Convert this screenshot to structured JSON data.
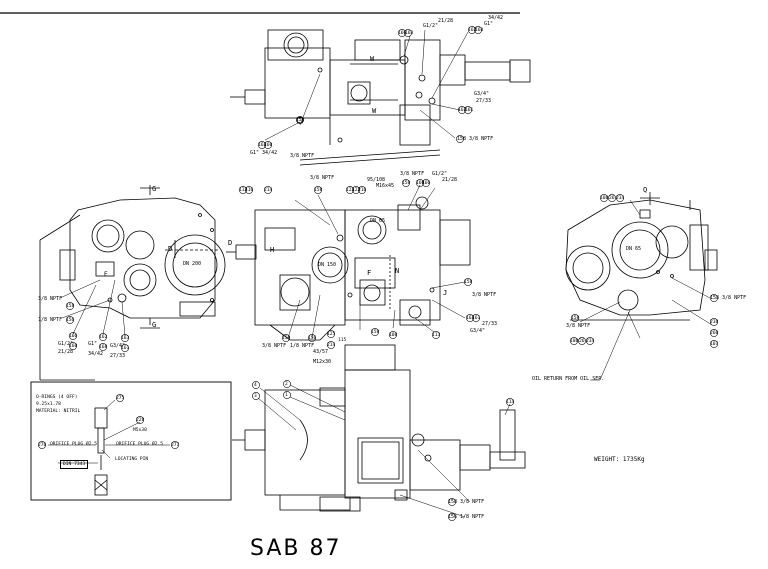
{
  "title": "SAB 87",
  "weight": "WEIGHT: 1735Kg",
  "oil_return": "OIL RETURN FROM OIL SEP.",
  "inset": {
    "oring_lines": [
      "O-RINGS (4 OFF)",
      "9.25x1.78",
      "MATERIAL: NITRIL"
    ],
    "orifice_left": "ORIFICE PLUG Ø2.5",
    "orifice_right": "ORIFICE PLUG Ø2.5",
    "locating_pin": "LOCATING PIN",
    "bubble_275": "275",
    "bubble_228": "228",
    "thread": "M5x30",
    "bubble_276": "276",
    "bubble_277": "277",
    "din": "DIN 7343"
  },
  "views": {
    "dn200": "DN 200",
    "dn150": "DN 150",
    "dn65_mid": "DN 65",
    "dn65_right": "DN 65",
    "letters": {
      "G_top": "G",
      "G_bottom": "G",
      "D_left": "D",
      "D_mid": "D",
      "H": "H",
      "E": "E",
      "F": "F",
      "J": "J",
      "N": "N",
      "W_top": "W",
      "W_bottom": "W",
      "Q": "Q"
    }
  },
  "callouts": {
    "top_g12": "G1/2\"",
    "top_21_28": "21/28",
    "top_g1": "G1\"",
    "top_34_42": "34/42",
    "top_g3_4": "G3/4\"",
    "top_27_33": "27/33",
    "top_158_38": "158 3/8 NPTF",
    "top_g1_34": "G1\" 34/42",
    "top_38": "3/8 NPTF",
    "b_163_top": "163",
    "b_166_top": "166",
    "b_162": "162",
    "b_168": "168",
    "b_162b": "162",
    "b_161": "161",
    "b_163_left": "163",
    "b_160_left": "160",
    "b_158_top": "158",
    "mid_38_top": "3/8 NPTF",
    "mid_95_108": "95/108",
    "mid_m16": "M16x45",
    "mid_38_b": "3/8 NPTF",
    "mid_g12": "G1/2\"",
    "mid_2128": "21/28",
    "b_112": "112",
    "b_116": "116",
    "b_214": "214",
    "b_158_mid": "158",
    "b_123": "123",
    "b_122": "122",
    "b_216": "216",
    "b_158_mid2": "158",
    "b_160": "160",
    "b_166": "166",
    "b_158_r": "158",
    "mid_38_r": "3/8 NPTF",
    "b_163_r": "163",
    "b_161_r": "161",
    "mid_2733": "27/33",
    "mid_g34": "G3/4\"",
    "mid_38_low": "3/8 NPTF",
    "mid_18_low": "1/8 NPTF",
    "mid_4357": "43/57",
    "mid_m12": "M12x30",
    "b_150": "150",
    "b_156": "156",
    "b_125": "125",
    "b_214b": "214",
    "b_115": "115",
    "b_158_c": "158",
    "b_108": "108",
    "b_113": "113",
    "left_38": "3/8 NPTF",
    "left_18": "1/8 NPTF",
    "b_158_l": "158",
    "b_156_l": "156",
    "b_166_l": "166",
    "b_160_l": "160",
    "b_162_l": "162",
    "b_163_l": "163",
    "b_161_l": "161",
    "left_g12": "G1/2\"",
    "left_2128": "21/28",
    "left_g1": "G1\"",
    "left_3442": "34/42",
    "left_g34": "G3/4\"",
    "left_2733": "27/33",
    "right_108": "108",
    "right_26": "26",
    "right_234": "234",
    "right_158_38": "158 3/8 NPTF",
    "right_158": "158",
    "right_38": "3/8 NPTF",
    "right_108b": "108",
    "right_26b": "26",
    "right_234b": "234",
    "right_238": "238",
    "right_260": "260",
    "right_107": "107",
    "bot_4": "4",
    "bot_3": "3",
    "bot_2": "2",
    "bot_1": "1",
    "bot_114": "114",
    "bot_158_38": "158 3/8 NPTF",
    "bot_156_18": "156 1/8 NPTF"
  }
}
